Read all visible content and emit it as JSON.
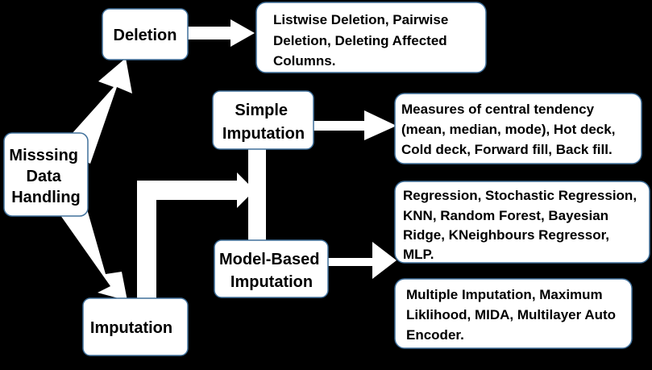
{
  "colors": {
    "background": "#000000",
    "box_fill": "#ffffff",
    "box_stroke": "#41719c",
    "arrow": "#ffffff",
    "text": "#000000"
  },
  "nodes": {
    "root": {
      "lines": [
        "Misssing",
        "Data",
        "Handling"
      ]
    },
    "deletion": {
      "lines": [
        "Deletion"
      ]
    },
    "deletion_methods": {
      "lines": [
        "Listwise Deletion, Pairwise",
        "Deletion, Deleting Affected",
        "Columns."
      ]
    },
    "imputation": {
      "lines": [
        "Imputation"
      ]
    },
    "simple_imputation": {
      "lines": [
        "Simple",
        "Imputation"
      ]
    },
    "simple_methods": {
      "lines": [
        "Measures of central tendency",
        "(mean, median, mode), Hot deck,",
        "Cold deck, Forward fill, Back fill."
      ]
    },
    "model_based_imputation": {
      "lines": [
        "Model-Based",
        "Imputation"
      ]
    },
    "ml_methods": {
      "lines": [
        "Regression, Stochastic Regression,",
        "KNN, Random Forest, Bayesian",
        "Ridge, KNeighbours Regressor,",
        "MLP."
      ]
    },
    "multiple_methods": {
      "lines": [
        "Multiple Imputation, Maximum",
        "Liklihood, MIDA, Multilayer Auto",
        "Encoder."
      ]
    }
  }
}
